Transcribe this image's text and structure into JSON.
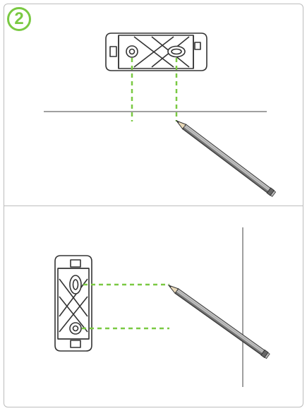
{
  "step": {
    "number": "2"
  },
  "colors": {
    "accent_green": "#7ac943",
    "guide_dash": "#7ac943",
    "line_gray": "#a0a0a0",
    "frame_gray": "#bdbdbd",
    "outline": "#333333"
  },
  "panels": [
    {
      "name": "horizontal-mounting",
      "orientation": "horizontal"
    },
    {
      "name": "vertical-mounting",
      "orientation": "vertical"
    }
  ],
  "icons": [
    "mounting-bracket-icon",
    "pencil-icon",
    "reference-line"
  ]
}
